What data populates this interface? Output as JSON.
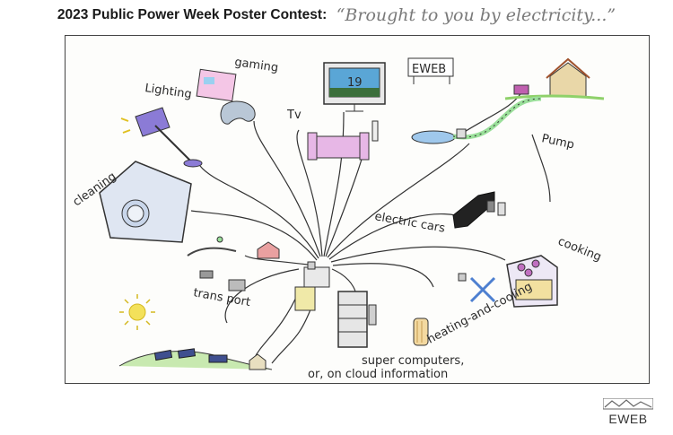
{
  "header": {
    "title": "2023 Public Power Week Poster Contest:",
    "theme": "“Brought to you by electricity...”"
  },
  "poster": {
    "labels": {
      "gaming": "gaming",
      "lighting": "Lighting",
      "tv": "Tv",
      "cleaning": "cleaning",
      "pump": "Pump",
      "electric_cars": "electric cars",
      "cooking": "cooking",
      "transport": "trans port",
      "heating_cooling": "heating-and-cooling",
      "super_computers_line1": "super computers,",
      "super_computers_line2": "or, on cloud information",
      "eweb_sign": "EWEB",
      "tv_screen": "19"
    }
  },
  "footer": {
    "logo_text": "EWEB"
  },
  "colors": {
    "ink": "#2a2a2a",
    "theme_gray": "#7a7a7a",
    "tv_screen": "#5aa6d6",
    "lamp": "#8b7bd6",
    "washer": "#dfe6f2",
    "sofa": "#e7b7e6",
    "sun": "#f3e15a",
    "grass": "#8fd16a",
    "water": "#9fc8ec",
    "car": "#222222"
  }
}
